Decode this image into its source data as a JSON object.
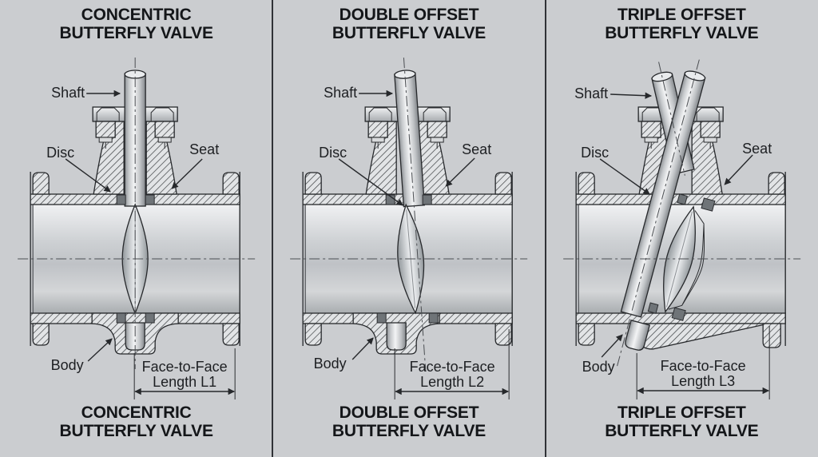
{
  "background": "#cbcdd0",
  "line_color": "#26282b",
  "panels": [
    {
      "top_title": [
        "CONCENTRIC",
        "BUTTERFLY VALVE"
      ],
      "bottom_title": [
        "CONCENTRIC",
        "BUTTERFLY VALVE"
      ],
      "labels": {
        "shaft": "Shaft",
        "disc": "Disc",
        "seat": "Seat",
        "body": "Body"
      },
      "dimension": [
        "Face-to-Face",
        "Length L1"
      ]
    },
    {
      "top_title": [
        "DOUBLE OFFSET",
        "BUTTERFLY VALVE"
      ],
      "bottom_title": [
        "DOUBLE OFFSET",
        "BUTTERFLY VALVE"
      ],
      "labels": {
        "shaft": "Shaft",
        "disc": "Disc",
        "seat": "Seat",
        "body": "Body"
      },
      "dimension": [
        "Face-to-Face",
        "Length L2"
      ]
    },
    {
      "top_title": [
        "TRIPLE OFFSET",
        "BUTTERFLY VALVE"
      ],
      "bottom_title": [
        "TRIPLE OFFSET",
        "BUTTERFLY VALVE"
      ],
      "labels": {
        "shaft": "Shaft",
        "disc": "Disc",
        "seat": "Seat",
        "body": "Body"
      },
      "dimension": [
        "Face-to-Face",
        "Length L3"
      ]
    }
  ]
}
